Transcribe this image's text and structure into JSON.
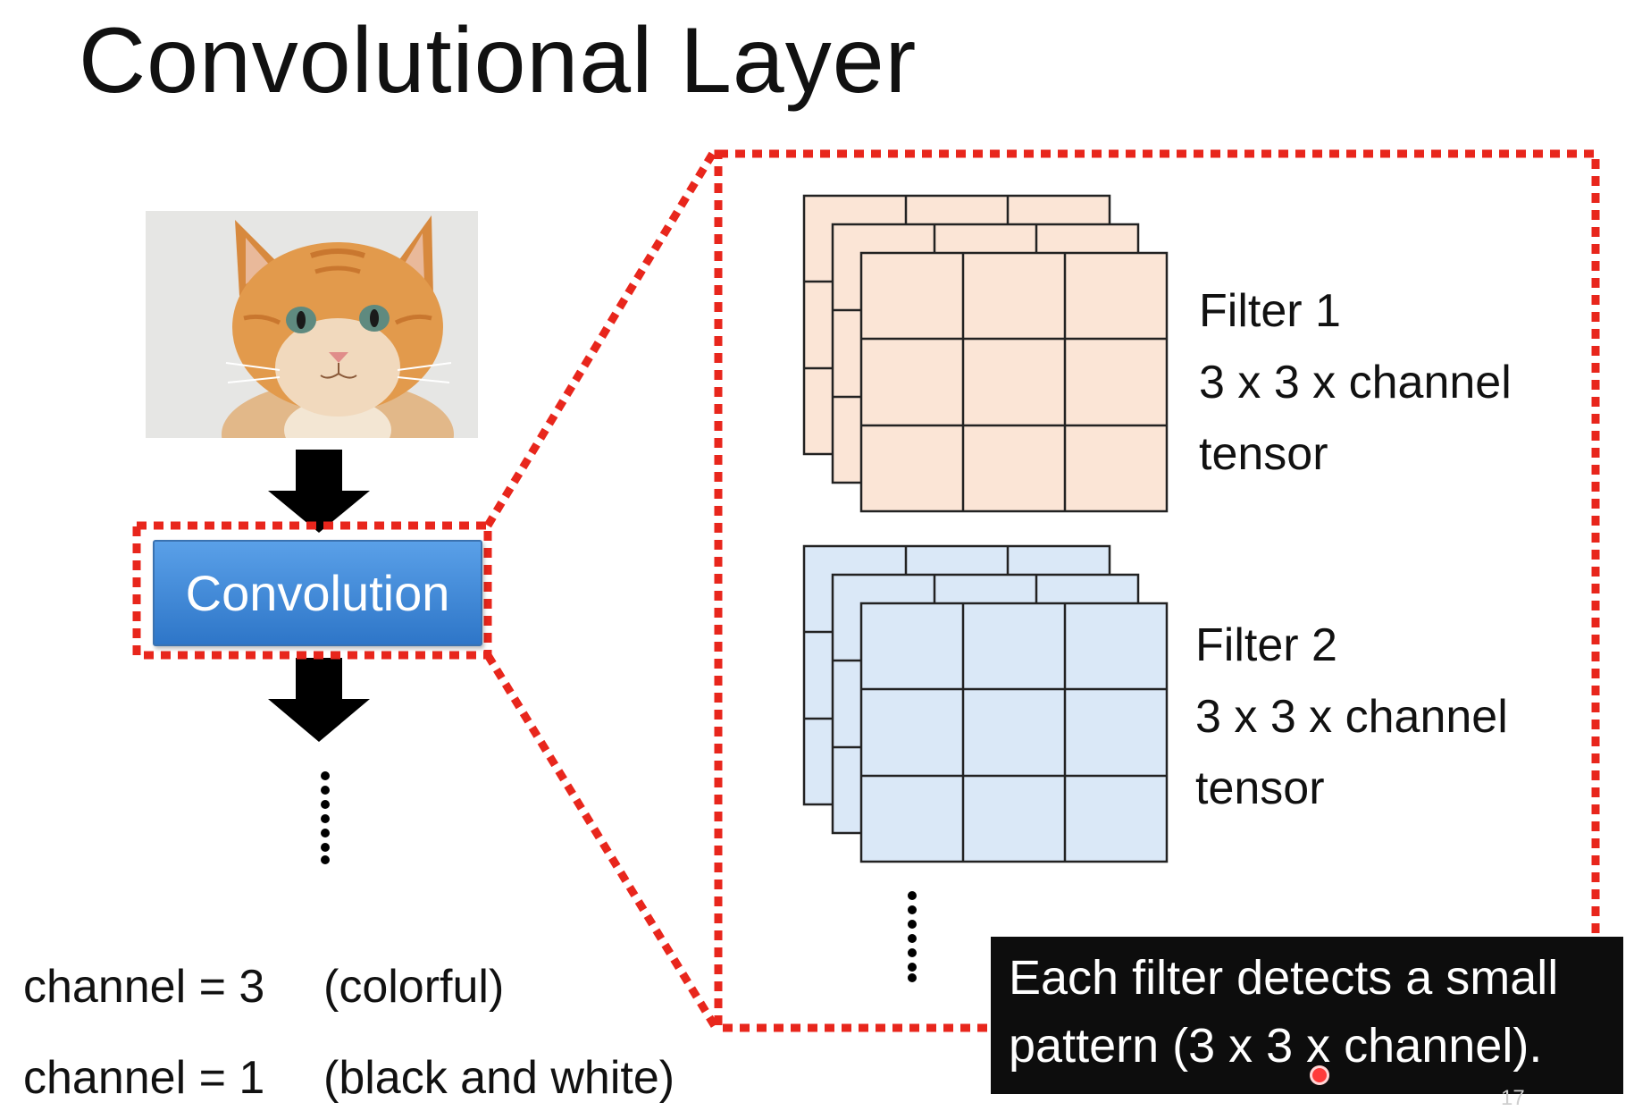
{
  "slide": {
    "title": "Convolutional Layer",
    "page_number": "17"
  },
  "network": {
    "conv_block_label": "Convolution",
    "conv_block_color": "#3a86d8",
    "continuation": "⋮"
  },
  "filters": [
    {
      "name": "Filter 1",
      "shape_line": "3 x 3 x channel",
      "type_line": "tensor",
      "color": "#fbe5d6"
    },
    {
      "name": "Filter 2",
      "shape_line": "3 x 3 x channel",
      "type_line": "tensor",
      "color": "#dae8f7"
    }
  ],
  "channels": [
    {
      "label": "channel = 3",
      "note": "(colorful)"
    },
    {
      "label": "channel = 1",
      "note": "(black and white)"
    }
  ],
  "caption": {
    "line1": "Each filter detects a small",
    "line2": "pattern (3 x 3 x channel)."
  },
  "colors": {
    "dashed_outline": "#e8261c",
    "caption_bg": "#0d0d0d"
  }
}
